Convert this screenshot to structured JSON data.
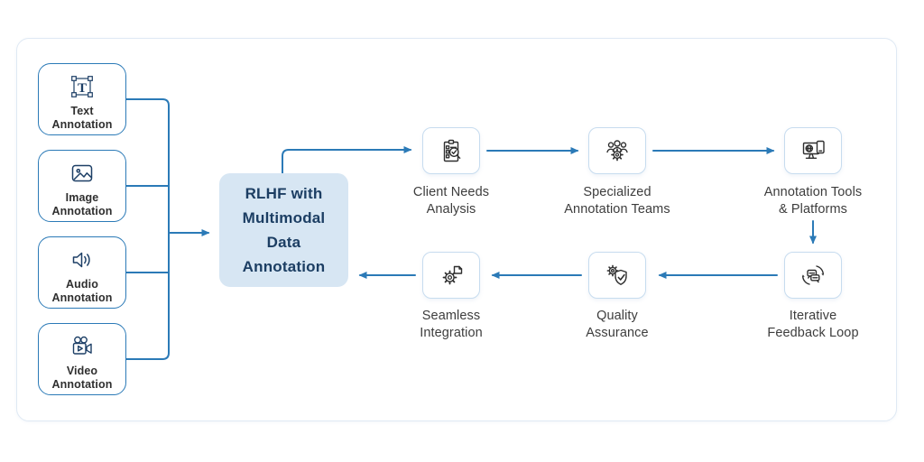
{
  "diagram_title": "RLHF with Multimodal Data Annotation workflow",
  "colors": {
    "line": "#2b7ab7",
    "input_box_border": "#2b7ab7",
    "step_box_border": "#c7dcef",
    "center_bg": "#d7e6f3",
    "center_text": "#1c3e63",
    "label_text": "#3d3d3d",
    "frame_border": "#dfe9f4",
    "input_icon": "#1d3f66",
    "step_icon": "#2f2f2f"
  },
  "inputs": [
    {
      "label": "Text\nAnnotation",
      "icon": "text-annotation-icon"
    },
    {
      "label": "Image\nAnnotation",
      "icon": "image-annotation-icon"
    },
    {
      "label": "Audio\nAnnotation",
      "icon": "audio-annotation-icon"
    },
    {
      "label": "Video\nAnnotation",
      "icon": "video-annotation-icon"
    }
  ],
  "center": {
    "label": "RLHF with\nMultimodal\nData\nAnnotation"
  },
  "steps": [
    {
      "label": "Client Needs\nAnalysis",
      "icon": "client-needs-analysis-icon"
    },
    {
      "label": "Specialized\nAnnotation Teams",
      "icon": "annotation-teams-icon"
    },
    {
      "label": "Annotation Tools\n& Platforms",
      "icon": "annotation-tools-icon"
    },
    {
      "label": "Iterative\nFeedback Loop",
      "icon": "feedback-loop-icon"
    },
    {
      "label": "Quality\nAssurance",
      "icon": "quality-assurance-icon"
    },
    {
      "label": "Seamless\nIntegration",
      "icon": "seamless-integration-icon"
    }
  ]
}
